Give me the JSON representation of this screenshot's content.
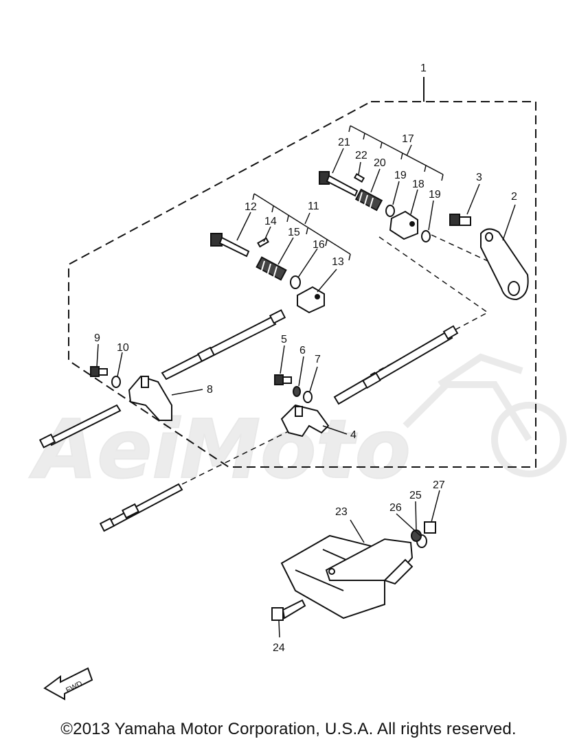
{
  "watermark": "AeiMoto",
  "fwd_label": "FWD",
  "copyright": "©2013 Yamaha Motor Corporation, U.S.A. All rights reserved.",
  "callouts": [
    "1",
    "2",
    "3",
    "4",
    "5",
    "6",
    "7",
    "8",
    "9",
    "10",
    "11",
    "12",
    "13",
    "14",
    "15",
    "16",
    "17",
    "18",
    "19",
    "19",
    "20",
    "21",
    "22",
    "23",
    "24",
    "25",
    "26",
    "27"
  ]
}
